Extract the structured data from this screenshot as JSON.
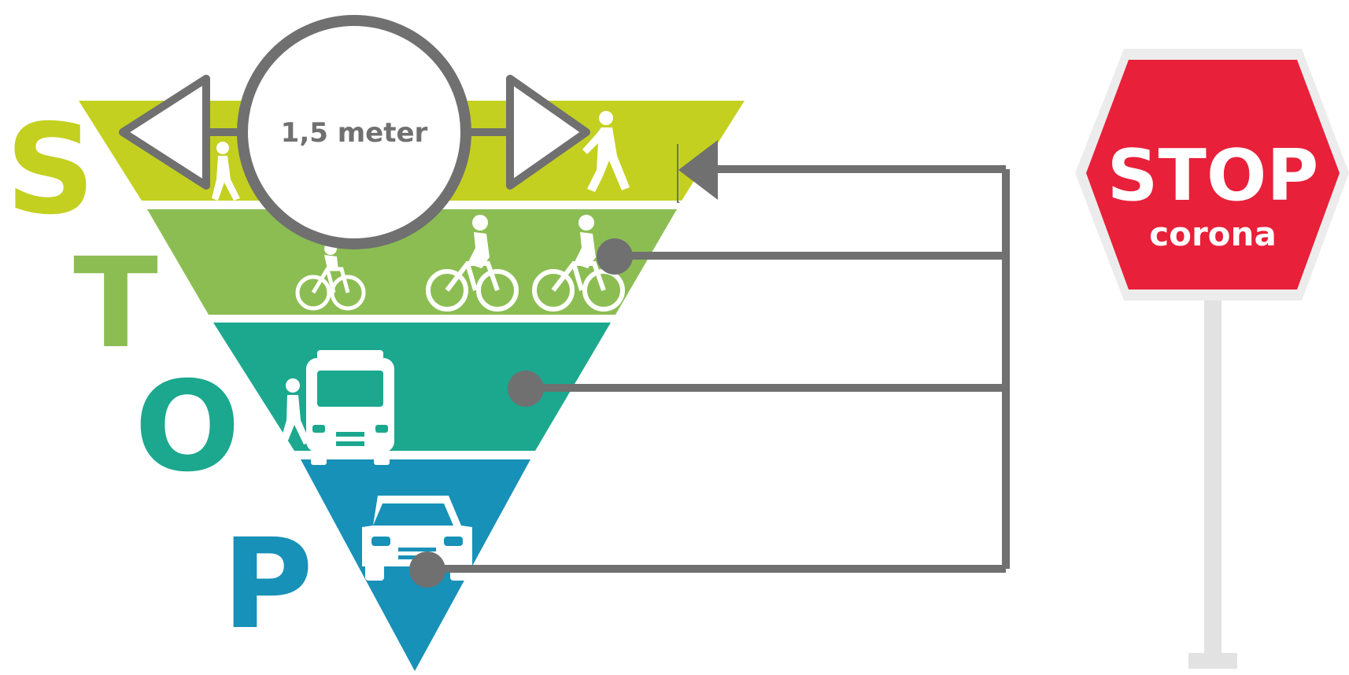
{
  "pyramid": {
    "letters": [
      "S",
      "T",
      "O",
      "P"
    ],
    "tiers": [
      {
        "name": "walking",
        "color": "#c3d020",
        "letter_color": "#c3d020"
      },
      {
        "name": "cycling",
        "color": "#8cbd53",
        "letter_color": "#8cbd53"
      },
      {
        "name": "public-transport",
        "color": "#1ba88e",
        "letter_color": "#1ba88e"
      },
      {
        "name": "private-car",
        "color": "#1791b8",
        "letter_color": "#1791b8"
      }
    ]
  },
  "distance": {
    "label": "1,5 meter",
    "line_color": "#707070"
  },
  "connector_color": "#707070",
  "icon_color": "#ffffff",
  "icons": [
    "pedestrian-icon",
    "cyclist-icon",
    "bus-icon",
    "car-icon"
  ],
  "stop_sign": {
    "main_text": "STOP",
    "sub_text": "corona",
    "color": "#e8203a",
    "text_color": "#ffffff",
    "pole_color": "#e2e2e2"
  }
}
